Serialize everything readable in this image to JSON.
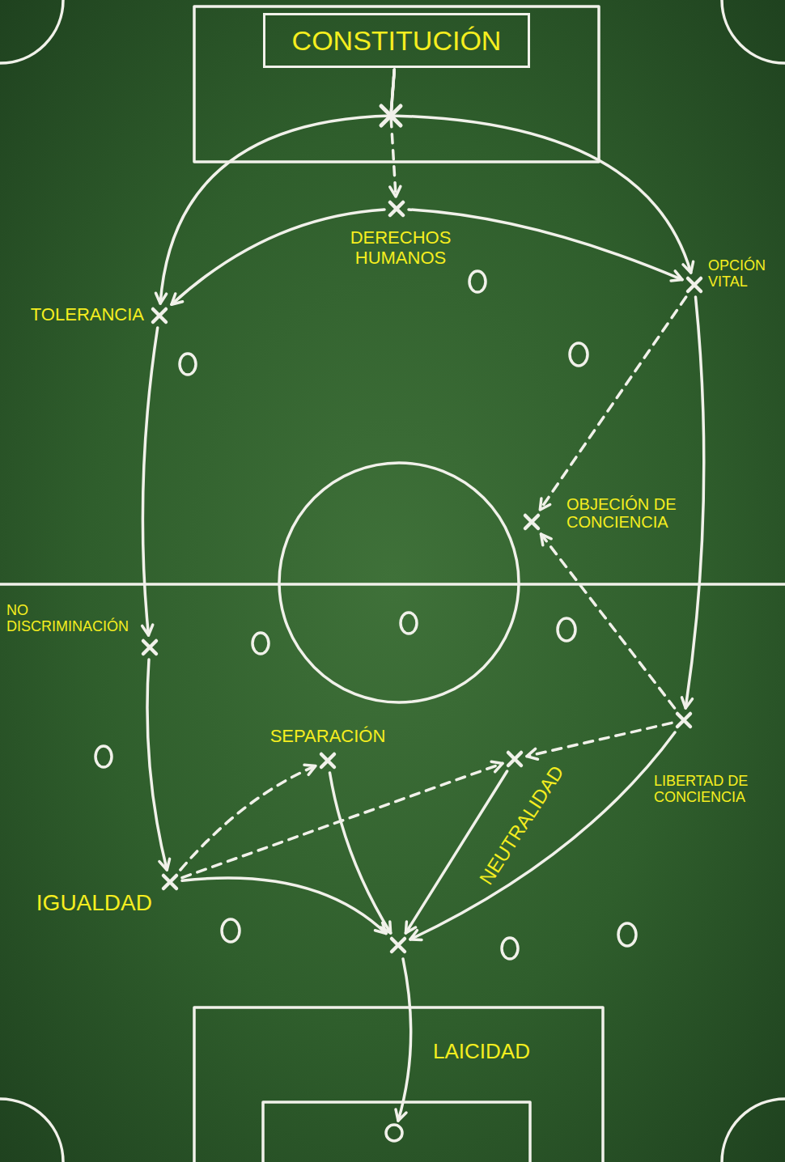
{
  "diagram": {
    "nodes": [
      {
        "text": [
          "CONSTITUCIÓN"
        ]
      },
      {
        "text": [
          "DERECHOS HUMANOS"
        ]
      },
      {
        "text": [
          "TOLERANCIA"
        ]
      },
      {
        "text": [
          "OPCIÓN VITAL"
        ]
      },
      {
        "text": [
          "OBJECIÓN DE CONCIENCIA"
        ]
      },
      {
        "text": [
          "NO DISCRIMINACIÓN"
        ]
      },
      {
        "text": [
          "SEPARACIÓN"
        ]
      },
      {
        "text": [
          "NEUTRALIDAD"
        ]
      },
      {
        "text": [
          "LIBERTAD DE CONCIENCIA"
        ]
      },
      {
        "text": [
          "IGUALDAD"
        ]
      },
      {
        "text": [
          "LAICIDAD"
        ]
      }
    ],
    "edges": [
      {
        "from": 0,
        "to": 1,
        "arrow": "to"
      },
      {
        "from": 0,
        "to": 2,
        "arrow": "to"
      },
      {
        "from": 0,
        "to": 3,
        "arrow": "to"
      },
      {
        "from": 1,
        "to": 2,
        "arrow": "to"
      },
      {
        "from": 1,
        "to": 3,
        "arrow": "to"
      },
      {
        "from": 2,
        "to": 5,
        "arrow": "to"
      },
      {
        "from": 3,
        "to": 4,
        "arrow": "to"
      },
      {
        "from": 3,
        "to": 8,
        "arrow": "to"
      },
      {
        "from": 8,
        "to": 4,
        "arrow": "to"
      },
      {
        "from": 5,
        "to": 9,
        "arrow": "to"
      },
      {
        "from": 9,
        "to": 6,
        "arrow": "to"
      },
      {
        "from": 9,
        "to": 7,
        "arrow": "to"
      },
      {
        "from": 8,
        "to": 7,
        "arrow": "to"
      },
      {
        "from": 9,
        "to": 10,
        "arrow": "to"
      },
      {
        "from": 6,
        "to": 10,
        "arrow": "to"
      },
      {
        "from": 7,
        "to": 10,
        "arrow": "to"
      },
      {
        "from": 8,
        "to": 10,
        "arrow": "to"
      }
    ]
  }
}
